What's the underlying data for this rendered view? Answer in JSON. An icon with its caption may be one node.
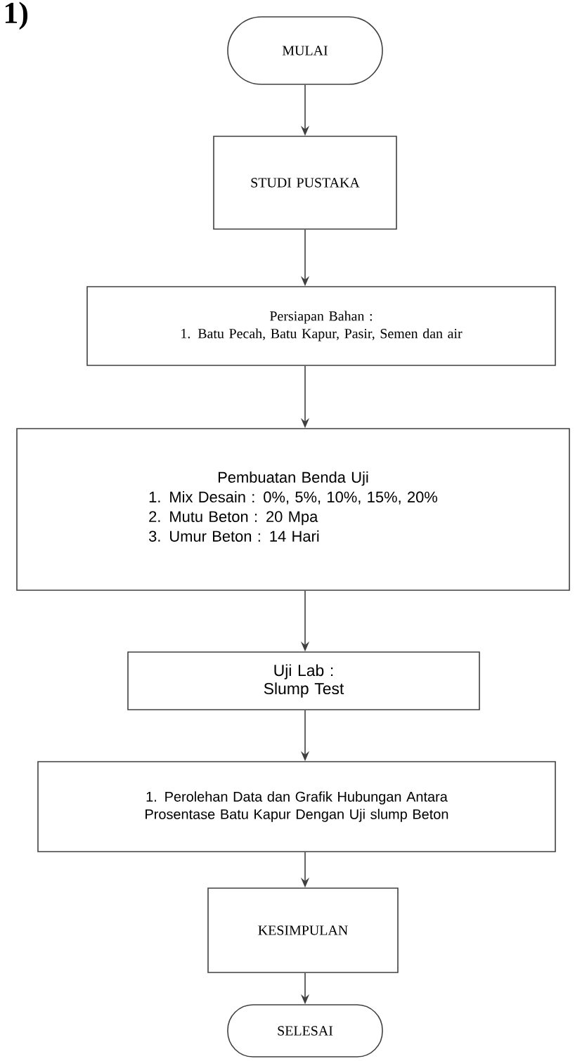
{
  "diagram": {
    "nodes": [
      {
        "text": [
          "MULAI"
        ]
      },
      {
        "text": [
          "STUDI PUSTAKA"
        ]
      },
      {
        "text": [
          "Persiapan Bahan :",
          "1. Batu Pecah, Batu Kapur, Pasir, Semen dan air"
        ]
      },
      {
        "text": [
          "Pembuatan Benda Uji",
          "1. Mix Desain : 0%, 5%, 10%, 15%, 20%",
          "2. Mutu Beton : 20 Mpa",
          "3. Umur Beton : 14 Hari"
        ]
      },
      {
        "text": [
          "Uji Lab :",
          "Slump Test"
        ]
      },
      {
        "text": [
          "1. Perolehan Data dan Grafik Hubungan Antara Prosentase Batu Kapur Dengan Uji slump Beton"
        ]
      },
      {
        "text": [
          "KESIMPULAN"
        ]
      },
      {
        "text": [
          "SELESAI"
        ]
      }
    ],
    "edges": [
      {
        "from": 0,
        "to": 1,
        "arrow": "to"
      },
      {
        "from": 1,
        "to": 2,
        "arrow": "to"
      },
      {
        "from": 2,
        "to": 3,
        "arrow": "to"
      },
      {
        "from": 3,
        "to": 4,
        "arrow": "to"
      },
      {
        "from": 4,
        "to": 5,
        "arrow": "to"
      },
      {
        "from": 5,
        "to": 6,
        "arrow": "to"
      },
      {
        "from": 6,
        "to": 7,
        "arrow": "to"
      }
    ],
    "labels": [
      "1)"
    ]
  }
}
